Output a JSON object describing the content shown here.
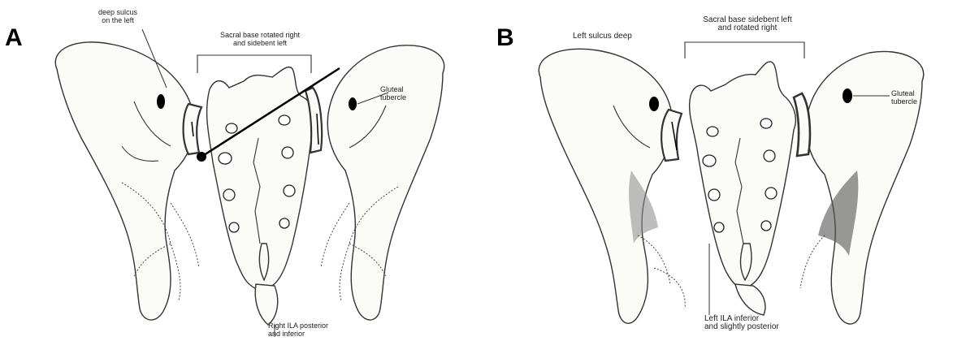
{
  "panel_a": {
    "letter": "A",
    "label_deep_sulcus_1": "deep sulcus",
    "label_deep_sulcus_2": "on the left",
    "label_sacral_base_1": "Sacral base rotated right",
    "label_sacral_base_2": "and sidebent left",
    "label_gluteal_1": "Gluteal",
    "label_gluteal_2": "tubercle",
    "label_ila_1": "Right ILA posterior",
    "label_ila_2": "and inferior"
  },
  "panel_b": {
    "letter": "B",
    "label_left_sulcus": "Left sulcus deep",
    "label_sacral_base_1": "Sacral base sidebent left",
    "label_sacral_base_2": "and rotated right",
    "label_gluteal_1": "Gluteal",
    "label_gluteal_2": "tubercle",
    "label_ila_1": "Left ILA inferior",
    "label_ila_2": "and slightly posterior"
  }
}
